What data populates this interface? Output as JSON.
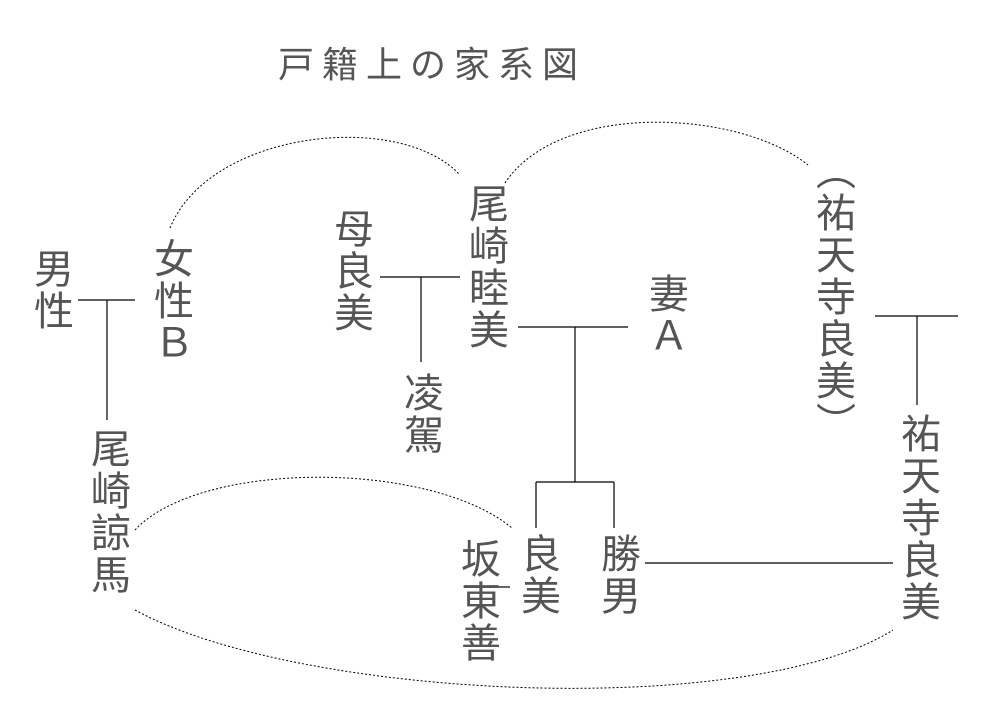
{
  "title": "戸籍上の家系図",
  "people": {
    "male": "男性",
    "female_b": "女性Ｂ",
    "mother_yoshimi": "母良美",
    "ozaki_mutsumi": "尾崎睦美",
    "ryouga": "凌駕",
    "wife_a": "妻Ａ",
    "yutenji_yoshimi_paren": "（祐天寺良美）",
    "yutenji_yoshimi": "祐天寺良美",
    "ozaki_ryouma": "尾崎諒馬",
    "bandou_zen": "坂東善",
    "yoshimi": "良美",
    "katsuo": "勝男"
  },
  "colors": {
    "text": "#555555",
    "line": "#000000"
  }
}
